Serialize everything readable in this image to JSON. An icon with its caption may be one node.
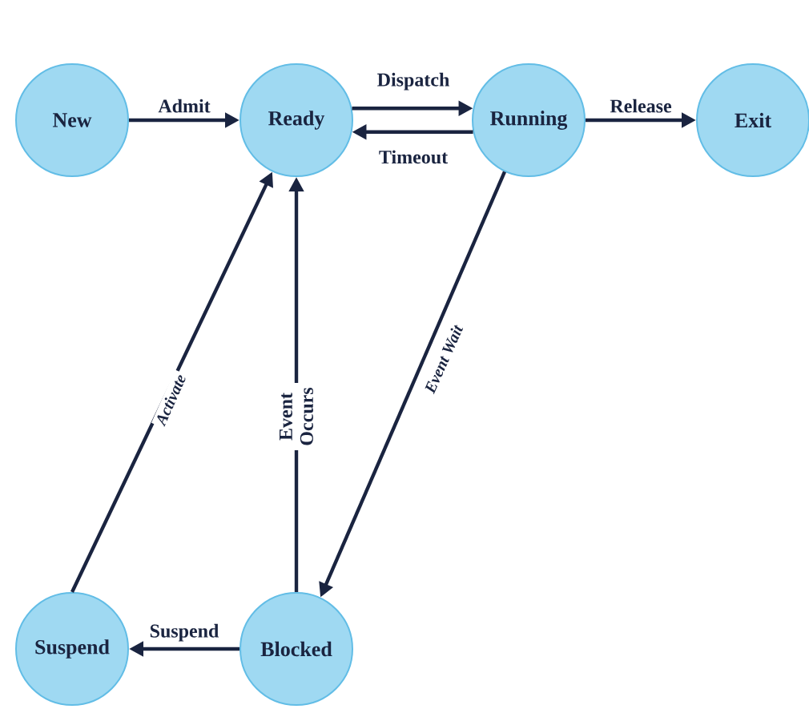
{
  "diagram": {
    "nodes": [
      {
        "text": [
          "New"
        ]
      },
      {
        "text": [
          "Ready"
        ]
      },
      {
        "text": [
          "Running"
        ]
      },
      {
        "text": [
          "Exit"
        ]
      },
      {
        "text": [
          "Blocked"
        ]
      },
      {
        "text": [
          "Suspend"
        ]
      }
    ],
    "edges": [
      {
        "from": 0,
        "to": 1,
        "arrow": "to",
        "label": "Admit"
      },
      {
        "from": 1,
        "to": 2,
        "arrow": "to",
        "label": "Dispatch"
      },
      {
        "from": 2,
        "to": 1,
        "arrow": "to",
        "label": "Timeout"
      },
      {
        "from": 2,
        "to": 3,
        "arrow": "to",
        "label": "Release"
      },
      {
        "from": 2,
        "to": 4,
        "arrow": "to",
        "label": "Event Wait"
      },
      {
        "from": 4,
        "to": 1,
        "arrow": "to",
        "label": "Event Occurs"
      },
      {
        "from": 4,
        "to": 5,
        "arrow": "to",
        "label": "Suspend"
      },
      {
        "from": 5,
        "to": 1,
        "arrow": "to",
        "label": "Activate"
      }
    ]
  }
}
